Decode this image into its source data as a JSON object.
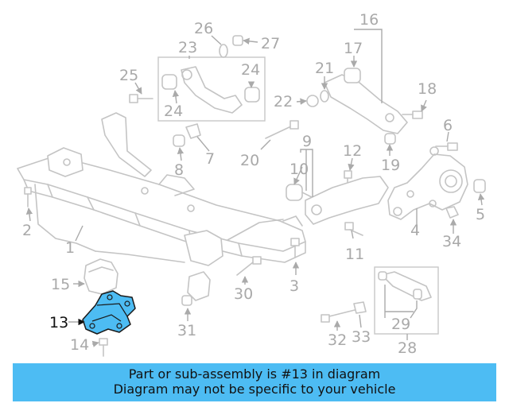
{
  "diagram": {
    "highlighted_part": "13",
    "highlight_color": "#4dbcf3",
    "labels": [
      "1",
      "2",
      "3",
      "4",
      "5",
      "6",
      "7",
      "8",
      "9",
      "10",
      "11",
      "12",
      "13",
      "14",
      "15",
      "16",
      "17",
      "18",
      "19",
      "20",
      "21",
      "22",
      "23",
      "24",
      "24",
      "25",
      "26",
      "27",
      "28",
      "29",
      "30",
      "31",
      "32",
      "33",
      "34"
    ]
  },
  "banner": {
    "line1": "Part or sub-assembly is #13 in diagram",
    "line2": "Diagram may not be specific to your vehicle"
  }
}
